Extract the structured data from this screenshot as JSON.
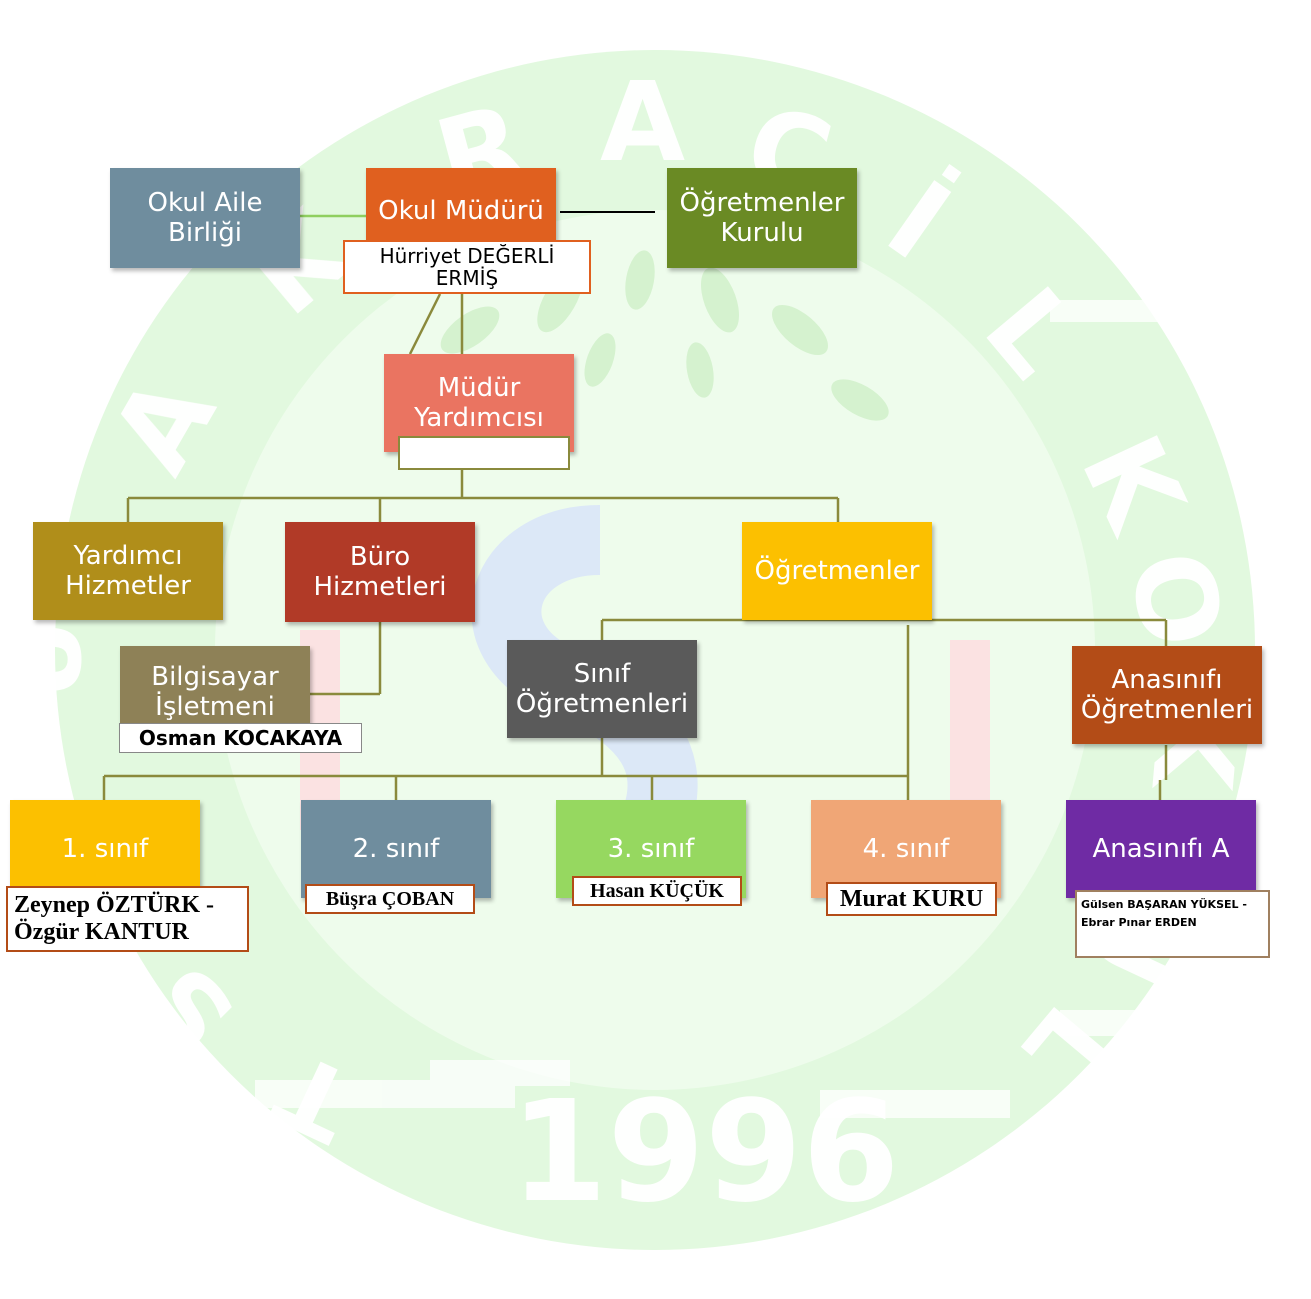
{
  "watermark": {
    "letters": [
      "A",
      "K",
      "R",
      "A",
      "Ç",
      "İ",
      "L",
      "K",
      "O",
      "K",
      "U",
      "L",
      "U",
      "İ",
      "S",
      "T"
    ],
    "year": "1996"
  },
  "nodes": {
    "okul_aile": "Okul Aile\nBirliği",
    "mudur": "Okul Müdürü",
    "mudur_name": "Hürriyet DEĞERLİ\nERMİŞ",
    "ogretmenler_kurulu": "Öğretmenler\nKurulu",
    "mudur_yardimcisi": "Müdür\nYardımcısı",
    "mudur_yardimcisi_name": "",
    "yardimci": "Yardımcı\nHizmetler",
    "buro": "Büro\nHizmetleri",
    "ogretmenler": "Öğretmenler",
    "bilgisayar": "Bilgisayar\nİşletmeni",
    "bilgisayar_name": "Osman KOCAKAYA",
    "sinif_ogretmenleri": "Sınıf\nÖğretmenleri",
    "anasinifi_ogretmenleri": "Anasınıfı\nÖğretmenleri",
    "sinif1": "1. sınıf",
    "sinif1_name": "Zeynep ÖZTÜRK -\nÖzgür KANTUR",
    "sinif2": "2. sınıf",
    "sinif2_name": "Büşra ÇOBAN",
    "sinif3": "3. sınıf",
    "sinif3_name": "Hasan KÜÇÜK",
    "sinif4": "4. sınıf",
    "sinif4_name": "Murat KURU",
    "anasinifi_a": "Anasınıfı A",
    "anasinifi_a_name": "Gülsen BAŞARAN YÜKSEL -\nEbrar Pınar ERDEN"
  },
  "colors": {
    "okul_aile": "#6f8d9e",
    "mudur": "#e0601f",
    "ogretmenler_kurulu": "#6a8a24",
    "mudur_yardimcisi": "#ea7461",
    "yardimci": "#b08e1a",
    "buro": "#b13a27",
    "ogretmenler": "#fcc000",
    "bilgisayar": "#8e8157",
    "sinif_ogretmenleri": "#5a5a5a",
    "anasinifi_ogretmenleri": "#b34c17",
    "sinif1": "#fcc000",
    "sinif2": "#6f8d9e",
    "sinif3": "#96d860",
    "sinif4": "#f0a676",
    "anasinifi_a": "#6f2ba4",
    "connector": "#8a8a3c",
    "watermark_green": "#d4f7d0"
  }
}
